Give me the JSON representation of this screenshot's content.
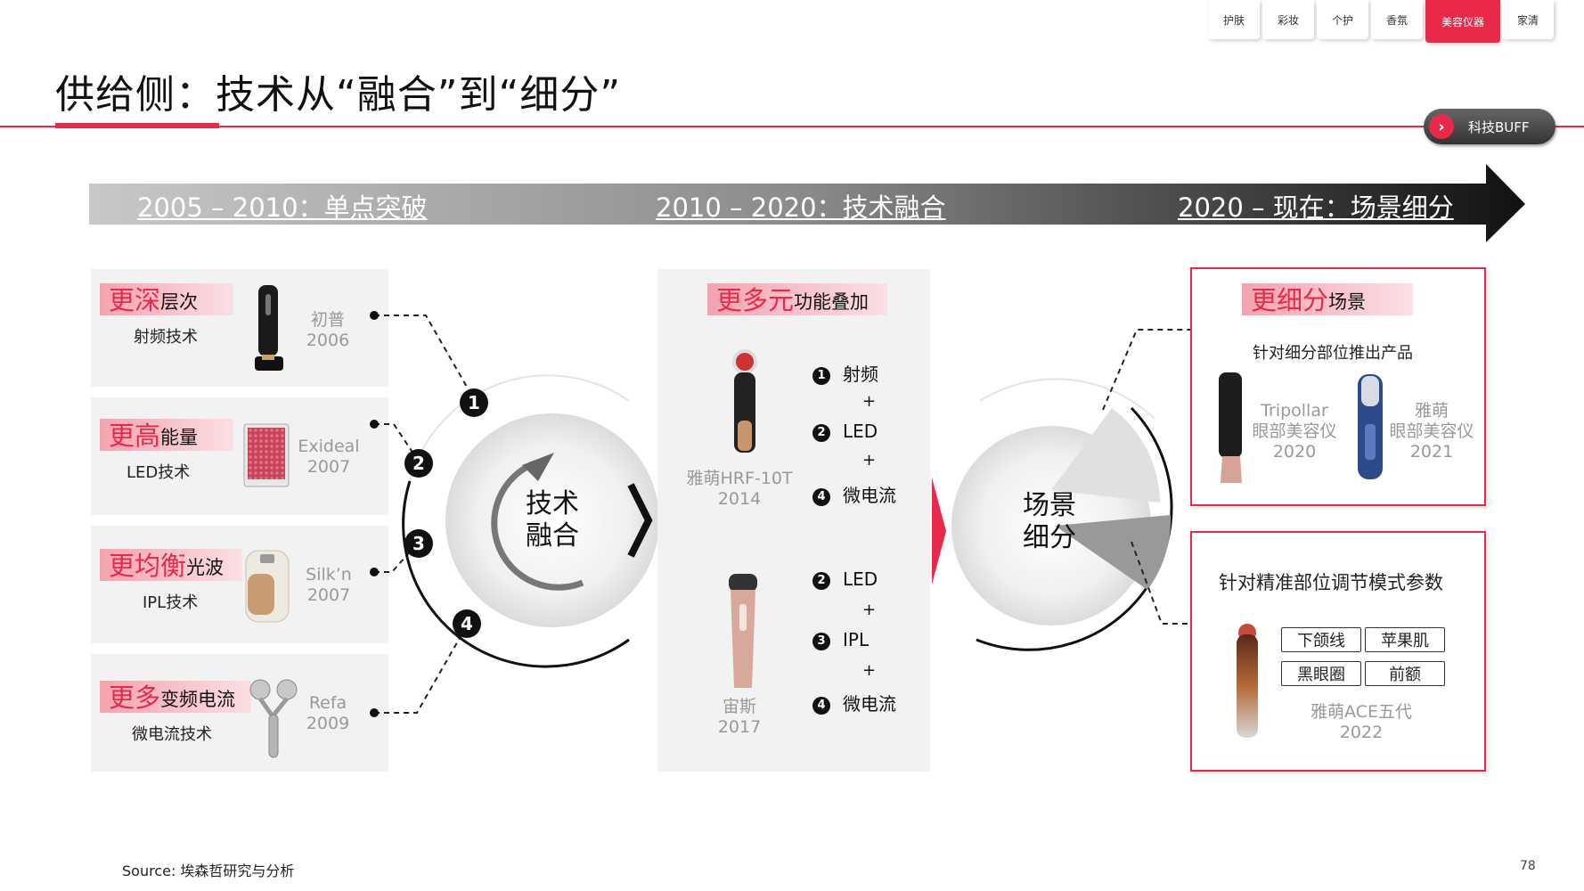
{
  "tabs": [
    {
      "label": "护肤",
      "active": false
    },
    {
      "label": "彩妆",
      "active": false
    },
    {
      "label": "个护",
      "active": false
    },
    {
      "label": "香氛",
      "active": false
    },
    {
      "label": "美容仪器",
      "active": true
    },
    {
      "label": "家清",
      "active": false
    }
  ],
  "title": "供给侧：技术从“融合”到“细分”",
  "badge": "科技BUFF",
  "eras": [
    "2005 – 2010：单点突破",
    "2010 – 2020：技术融合",
    "2020 – 现在：场景细分"
  ],
  "left_cards": [
    {
      "big": "更深",
      "small": "层次",
      "tech": "射频技术",
      "name": "初普",
      "year": "2006",
      "num": "1"
    },
    {
      "big": "更高",
      "small": "能量",
      "tech": "LED技术",
      "name": "Exideal",
      "year": "2007",
      "num": "2"
    },
    {
      "big": "更均衡",
      "small": "光波",
      "tech": "IPL技术",
      "name": "Silk’n",
      "year": "2007",
      "num": "3"
    },
    {
      "big": "更多",
      "small": "变频电流",
      "tech": "微电流技术",
      "name": "Refa",
      "year": "2009",
      "num": "4"
    }
  ],
  "circle_left": [
    "技术",
    "融合"
  ],
  "middle": {
    "big": "更多元",
    "small": "功能叠加",
    "product1": {
      "name": "雅萌HRF-10T",
      "year": "2014",
      "features": [
        {
          "num": "1",
          "label": "射频"
        },
        {
          "num": "2",
          "label": "LED"
        },
        {
          "num": "4",
          "label": "微电流"
        }
      ]
    },
    "product2": {
      "name": "宙斯",
      "year": "2017",
      "features": [
        {
          "num": "2",
          "label": "LED"
        },
        {
          "num": "3",
          "label": "IPL"
        },
        {
          "num": "4",
          "label": "微电流"
        }
      ]
    },
    "plus": "+"
  },
  "circle_right": [
    "场景",
    "细分"
  ],
  "right_top": {
    "big": "更细分",
    "small": "场景",
    "desc": "针对细分部位推出产品",
    "products": [
      {
        "brand": "Tripollar",
        "type": "眼部美容仪",
        "year": "2020"
      },
      {
        "brand": "雅萌",
        "type": "眼部美容仪",
        "year": "2021"
      }
    ]
  },
  "right_bottom": {
    "desc": "针对精准部位调节模式参数",
    "tags": [
      "下颌线",
      "苹果肌",
      "黑眼圈",
      "前额"
    ],
    "name": "雅萌ACE五代",
    "year": "2022"
  },
  "source": "Source: 埃森哲研究与分析",
  "page": "78",
  "colors": {
    "accent": "#e8294a"
  }
}
